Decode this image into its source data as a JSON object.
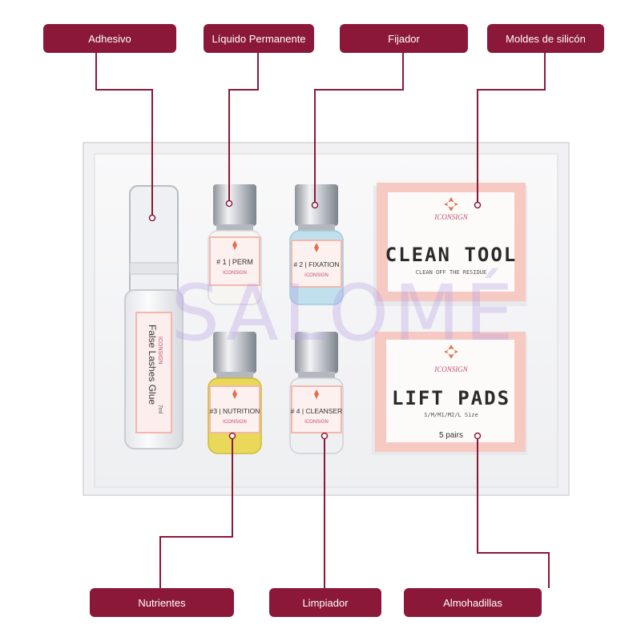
{
  "callouts": {
    "adhesivo": "Adhesivo",
    "liquido": "Líquido Permanente",
    "fijador": "Fijador",
    "moldes": "Moldes de silicón",
    "nutrientes": "Nutrientes",
    "limpiador": "Limpiador",
    "almohadillas": "Almohadillas"
  },
  "products": {
    "glue": {
      "name": "False Lashes Glue",
      "brand": "ICONSIGN",
      "volume": "7ml"
    },
    "perm": {
      "label": "# 1 | PERM",
      "brand": "ICONSIGN"
    },
    "fixation": {
      "label": "# 2 | FIXATION",
      "brand": "ICONSIGN"
    },
    "nutrition": {
      "label": "#3 | NUTRITION",
      "brand": "ICONSIGN"
    },
    "cleanser": {
      "label": "# 4 | CLEANSER",
      "brand": "ICONSIGN"
    },
    "clean_tool": {
      "brand": "ICONSIGN",
      "title": "CLEAN TOOL",
      "subtitle": "CLEAN OFF THE RESIDUE"
    },
    "lift_pads": {
      "brand": "ICONSIGN",
      "title": "LIFT PADS",
      "sizes": "S/M/M1/M2/L Size",
      "count": "5 pairs"
    }
  },
  "watermark": "SALOMÉ",
  "colors": {
    "callout_fill": "#8b1838",
    "leader_line": "#8b1838",
    "pink_label": "#f6c9c3",
    "silver_cap": "#c9ccd1"
  }
}
